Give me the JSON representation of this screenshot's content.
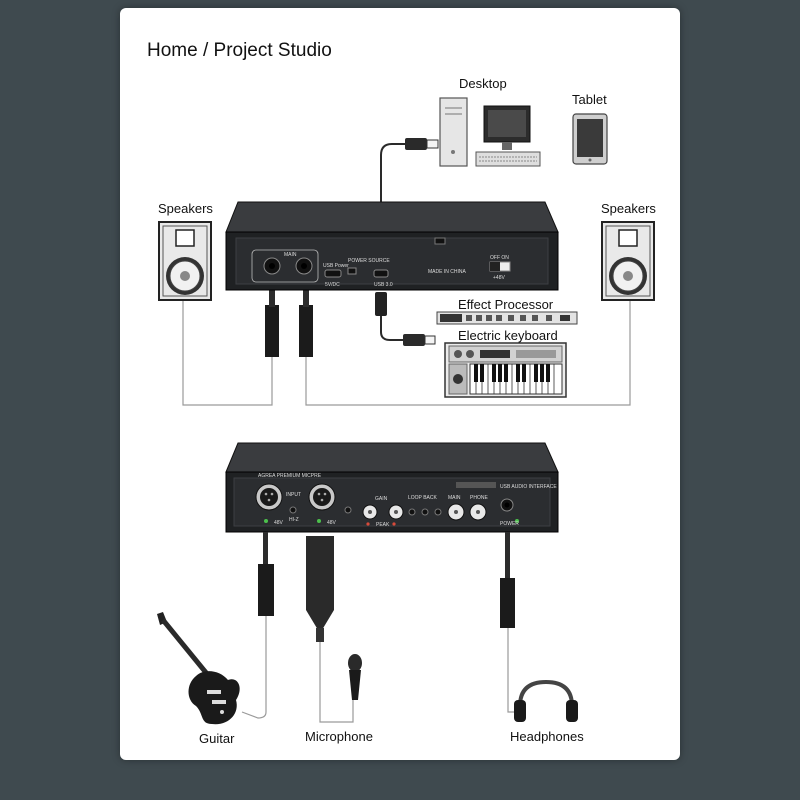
{
  "title": "Home / Project Studio",
  "labels": {
    "desktop": "Desktop",
    "tablet": "Tablet",
    "speakers_left": "Speakers",
    "speakers_right": "Speakers",
    "effect_processor": "Effect Processor",
    "electric_keyboard": "Electric keyboard",
    "guitar": "Guitar",
    "microphone": "Microphone",
    "headphones": "Headphones"
  },
  "rear_panel": {
    "main": "MAIN",
    "usb_power": "USB Power",
    "dc": "5V/DC",
    "power_source": "POWER SOURCE",
    "usb": "USB 3.0",
    "made_in": "MADE IN CHINA",
    "off_on": "OFF ON",
    "phantom": "+48V"
  },
  "front_panel": {
    "header": "AGREA PREMIUM MICPRE",
    "input": "INPUT",
    "hiz": "HI-Z",
    "gain": "GAIN",
    "loop_back": "LOOP BACK",
    "main": "MAIN",
    "phone": "PHONE",
    "peak": "PEAK",
    "power": "POWER",
    "brand": "USB AUDIO INTERFACE",
    "p48_1": "48V",
    "p48_2": "48V"
  },
  "colors": {
    "background": "#3f4a4f",
    "card": "#ffffff",
    "device": "#1f2123",
    "led_green": "#4cc04c",
    "led_red": "#d94a3a"
  }
}
